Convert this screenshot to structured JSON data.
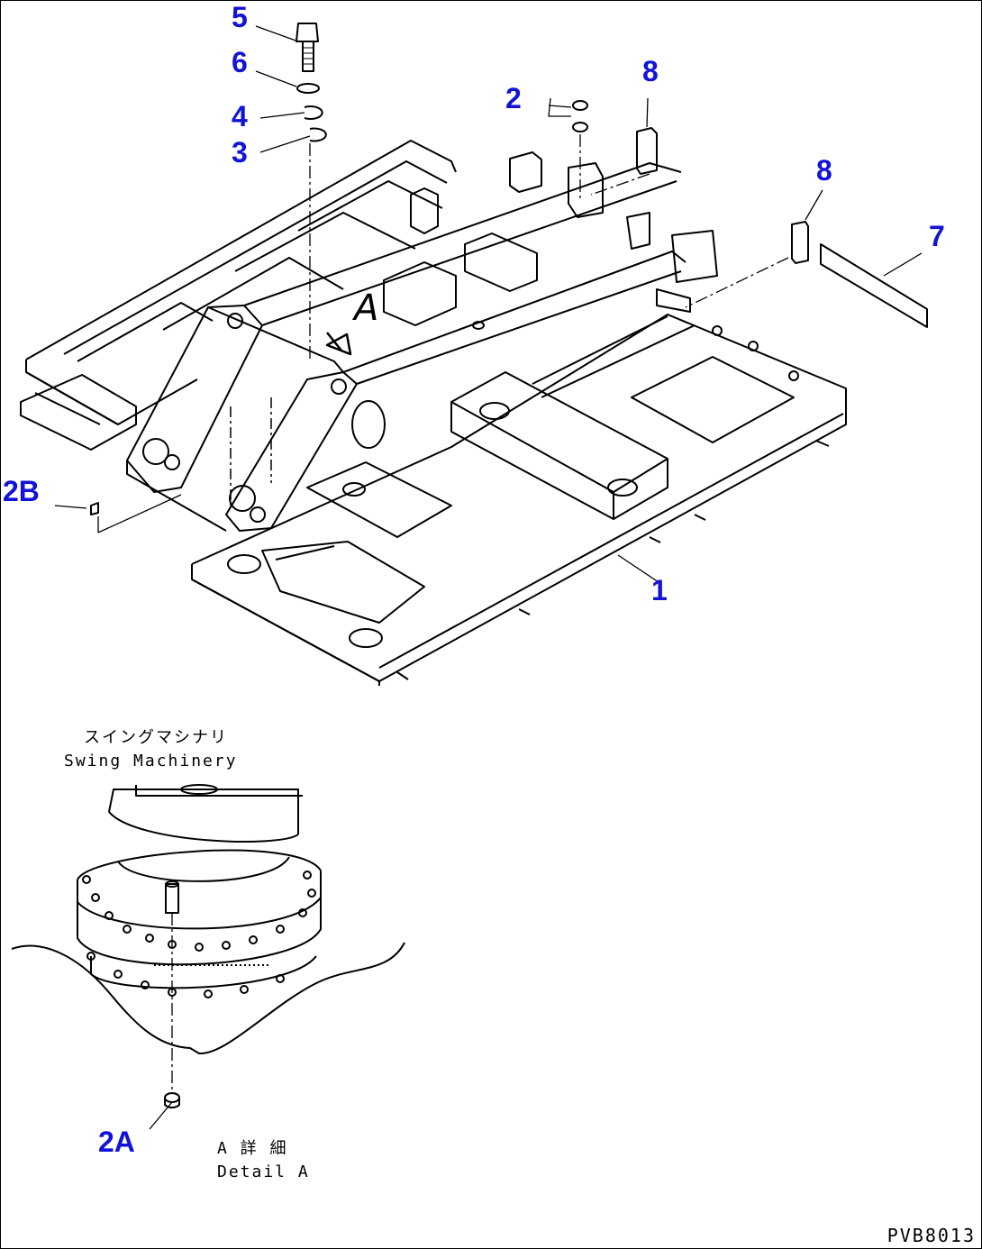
{
  "callouts": {
    "c5": "5",
    "c6": "6",
    "c4": "4",
    "c3": "3",
    "c2": "2",
    "c8a": "8",
    "c8b": "8",
    "c7": "7",
    "c2b": "2B",
    "c1": "1",
    "c2a": "2A"
  },
  "view_mark": "A",
  "swing_label": {
    "jp": "スイングマシナリ",
    "en": "Swing Machinery"
  },
  "detail_label": {
    "jp": "A 詳 細",
    "en": "Detail A"
  },
  "drawing_ref": "PVB8013",
  "colors": {
    "callout": "#1212d8",
    "line": "#000000"
  }
}
